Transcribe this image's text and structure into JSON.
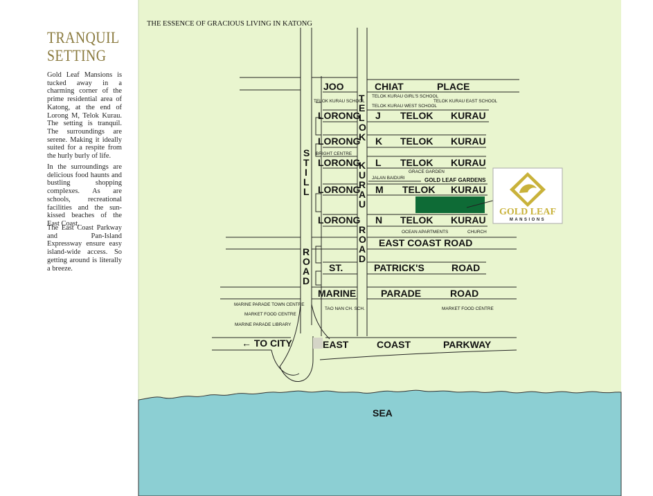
{
  "sidebar": {
    "heading_line1": "TRANQUIL",
    "heading_line2": "SETTING",
    "paragraph1": "Gold Leaf Mansions is tucked away in a charming corner of the prime residential area of Katong, at the end of Lorong M, Telok Kurau. The setting is tranquil. The surroundings are serene. Making it ideally suited for a respite from the hurly burly of life.",
    "paragraph2": "In the surroundings are delicious food haunts and bustling shopping complexes. As are schools, recreational facilities and the sun-kissed beaches of the East Coast.",
    "paragraph3": "The East Coast Parkway and Pan-Island Expressway ensure easy island-wide access. So getting around is literally a breeze."
  },
  "map": {
    "title": "THE ESSENCE OF GRACIOUS LIVING IN KATONG",
    "colors": {
      "land": "#e9f5cf",
      "sea": "#8ccfd3",
      "site": "#0e6b36",
      "logo_gold": "#c9b23a",
      "heading": "#8a7a3e"
    },
    "horizontal_roads": {
      "joo_chiat": [
        "JOO",
        "CHIAT",
        "PLACE"
      ],
      "lorong_j": [
        "LORONG",
        "J",
        "TELOK",
        "KURAU"
      ],
      "lorong_k": [
        "LORONG",
        "K",
        "TELOK",
        "KURAU"
      ],
      "lorong_l": [
        "LORONG",
        "L",
        "TELOK",
        "KURAU"
      ],
      "lorong_m": [
        "LORONG",
        "M",
        "TELOK",
        "KURAU"
      ],
      "lorong_n": [
        "LORONG",
        "N",
        "TELOK",
        "KURAU"
      ],
      "east_coast_road": "EAST COAST ROAD",
      "st_patricks": [
        "ST.",
        "PATRICK'S",
        "ROAD"
      ],
      "marine_parade": [
        "MARINE",
        "PARADE",
        "ROAD"
      ],
      "parkway": [
        "EAST",
        "COAST",
        "PARKWAY"
      ],
      "to_city": "← TO CITY"
    },
    "vertical_roads": {
      "still": [
        "S",
        "T",
        "I",
        "L",
        "L"
      ],
      "still_road": [
        "R",
        "O",
        "A",
        "D"
      ],
      "telok": [
        "T",
        "E",
        "L",
        "O",
        "K"
      ],
      "kurau": [
        "K",
        "U",
        "R",
        "A",
        "U"
      ],
      "kurau_road": [
        "R",
        "O",
        "A",
        "D"
      ]
    },
    "landmarks": {
      "telok_kurau_girls": "TELOK KURAU GIRL'S SCHOOL",
      "telok_kurau_east": "TELOK KURAU EAST SCHOOL",
      "telok_kurau_west": "TELOK KURAU WEST SCHOOL",
      "telok_kurau_school": "TELOK KURAU SCHOOL",
      "bright_centre": "BRIGHT CENTRE",
      "grace_garden": "GRACE GARDEN",
      "jalan_baiduri": "JALAN BAIDURI",
      "gold_leaf_gardens": "GOLD LEAF GARDENS",
      "ocean_apartments": "OCEAN APARTMENTS",
      "church": "CHURCH",
      "marine_parade_town_centre": "MARINE PARADE TOWN CENTRE",
      "market_food_centre_left": "MARKET FOOD CENTRE",
      "marine_parade_library": "MARINE PARADE LIBRARY",
      "tao_nan": "TAO NAN CH. SCH.",
      "market_food_centre_right": "MARKET FOOD CENTRE",
      "sea": "SEA"
    },
    "logo": {
      "line1": "GOLD LEAF",
      "line2": "MANSIONS"
    }
  }
}
